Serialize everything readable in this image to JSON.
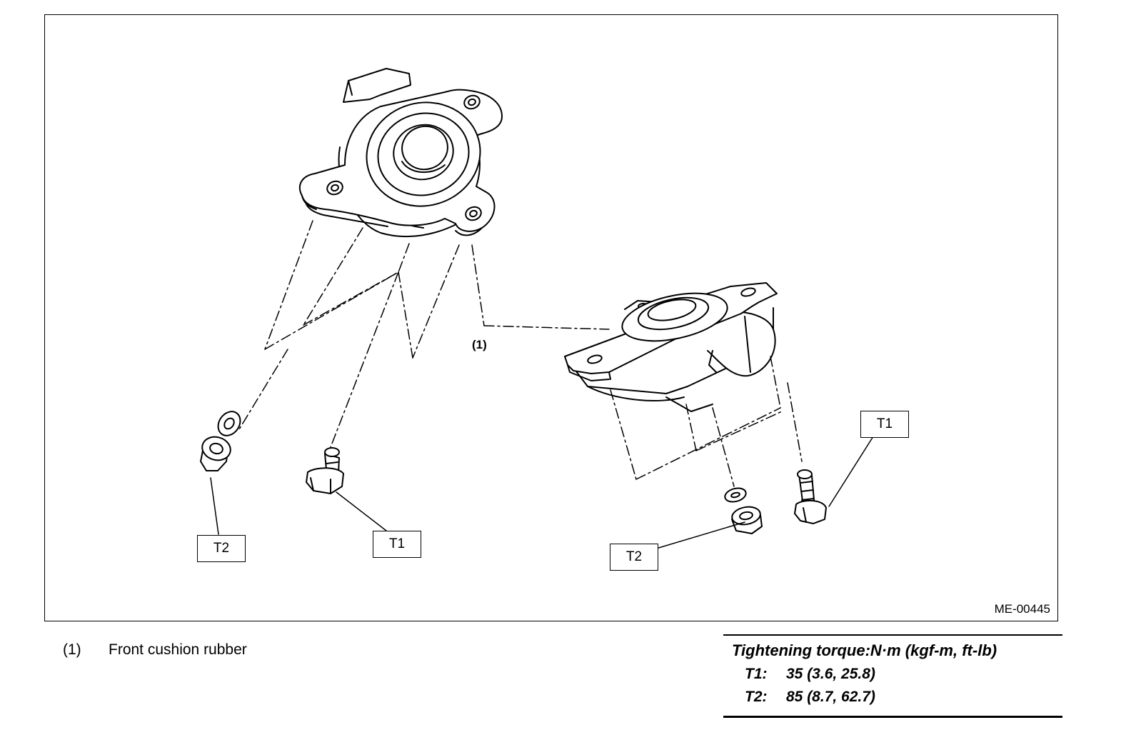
{
  "figure": {
    "id": "ME-00445",
    "callouts": {
      "part1": "(1)",
      "t2_left": "T2",
      "t1_left": "T1",
      "t1_right": "T1",
      "t2_right": "T2"
    }
  },
  "legend": {
    "items": [
      {
        "number": "(1)",
        "label": "Front cushion rubber"
      }
    ]
  },
  "torque": {
    "title": "Tightening torque:N·m (kgf-m, ft-lb)",
    "rows": [
      {
        "label": "T1:",
        "value": "35 (3.6, 25.8)"
      },
      {
        "label": "T2:",
        "value": "85 (8.7, 62.7)"
      }
    ]
  }
}
